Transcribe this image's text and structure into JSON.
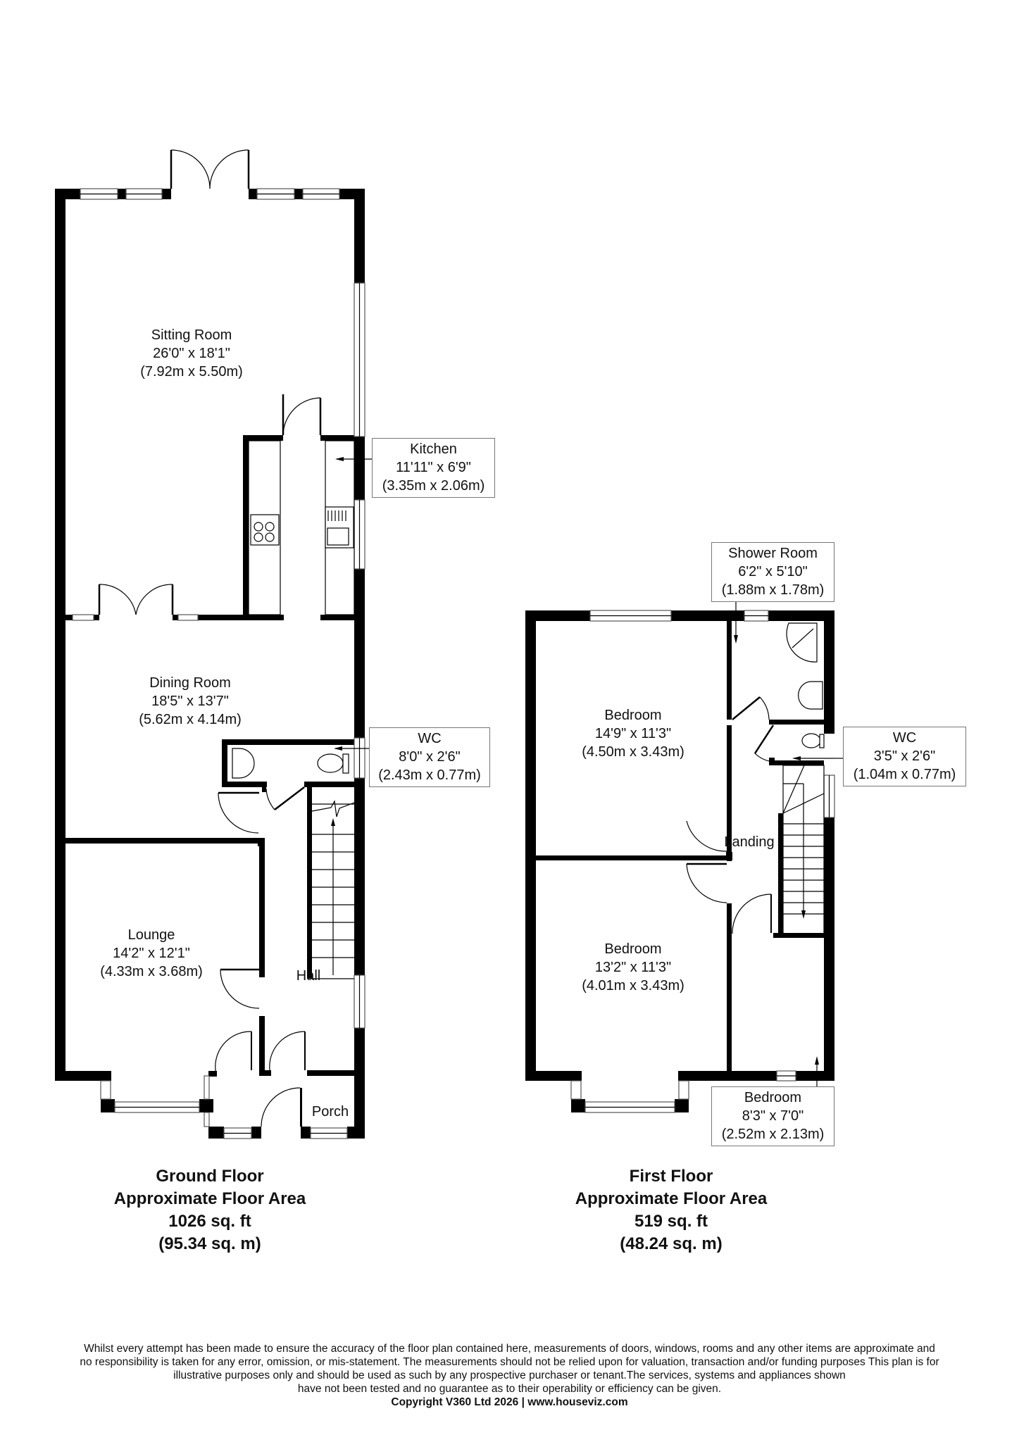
{
  "ground_floor": {
    "rooms": [
      {
        "name": "Sitting Room",
        "imperial": "26'0\" x 18'1\"",
        "metric": "(7.92m x 5.50m)"
      },
      {
        "name": "Kitchen",
        "imperial": "11'11\" x 6'9\"",
        "metric": "(3.35m x 2.06m)"
      },
      {
        "name": "Dining Room",
        "imperial": "18'5\" x 13'7\"",
        "metric": "(5.62m x 4.14m)"
      },
      {
        "name": "WC",
        "imperial": "8'0\" x 2'6\"",
        "metric": "(2.43m x 0.77m)"
      },
      {
        "name": "Lounge",
        "imperial": "14'2\" x 12'1\"",
        "metric": "(4.33m x 3.68m)"
      },
      {
        "name": "Hall"
      },
      {
        "name": "Porch"
      }
    ],
    "summary": {
      "title": "Ground Floor",
      "subtitle": "Approximate Floor Area",
      "sqft": "1026 sq. ft",
      "sqm": "(95.34 sq. m)"
    }
  },
  "first_floor": {
    "rooms": [
      {
        "name": "Shower Room",
        "imperial": "6'2\" x 5'10\"",
        "metric": "(1.88m x 1.78m)"
      },
      {
        "name": "Bedroom",
        "imperial": "14'9\" x 11'3\"",
        "metric": "(4.50m x 3.43m)"
      },
      {
        "name": "WC",
        "imperial": "3'5\" x 2'6\"",
        "metric": "(1.04m x 0.77m)"
      },
      {
        "name": "Landing"
      },
      {
        "name": "Bedroom",
        "imperial": "13'2\" x 11'3\"",
        "metric": "(4.01m x 3.43m)"
      },
      {
        "name": "Bedroom",
        "imperial": "8'3\" x 7'0\"",
        "metric": "(2.52m x 2.13m)"
      }
    ],
    "summary": {
      "title": "First Floor",
      "subtitle": "Approximate Floor Area",
      "sqft": "519 sq. ft",
      "sqm": "(48.24 sq. m)"
    }
  },
  "footer": {
    "disclaimer_lines": [
      "Whilst every attempt has been made to ensure the accuracy of the floor plan contained here, measurements of doors, windows, rooms and any other items are approximate and",
      "no responsibility is taken for any error, omission, or mis-statement.  The measurements should not be relied upon for valuation, transaction and/or funding purposes This plan is for",
      "illustrative purposes only and should be used as such by any prospective purchaser or tenant.The services, systems and appliances shown",
      "have not been tested and no guarantee as to their operability or efficiency can be given."
    ],
    "copyright": "Copyright V360 Ltd 2026 | www.houseviz.com"
  }
}
